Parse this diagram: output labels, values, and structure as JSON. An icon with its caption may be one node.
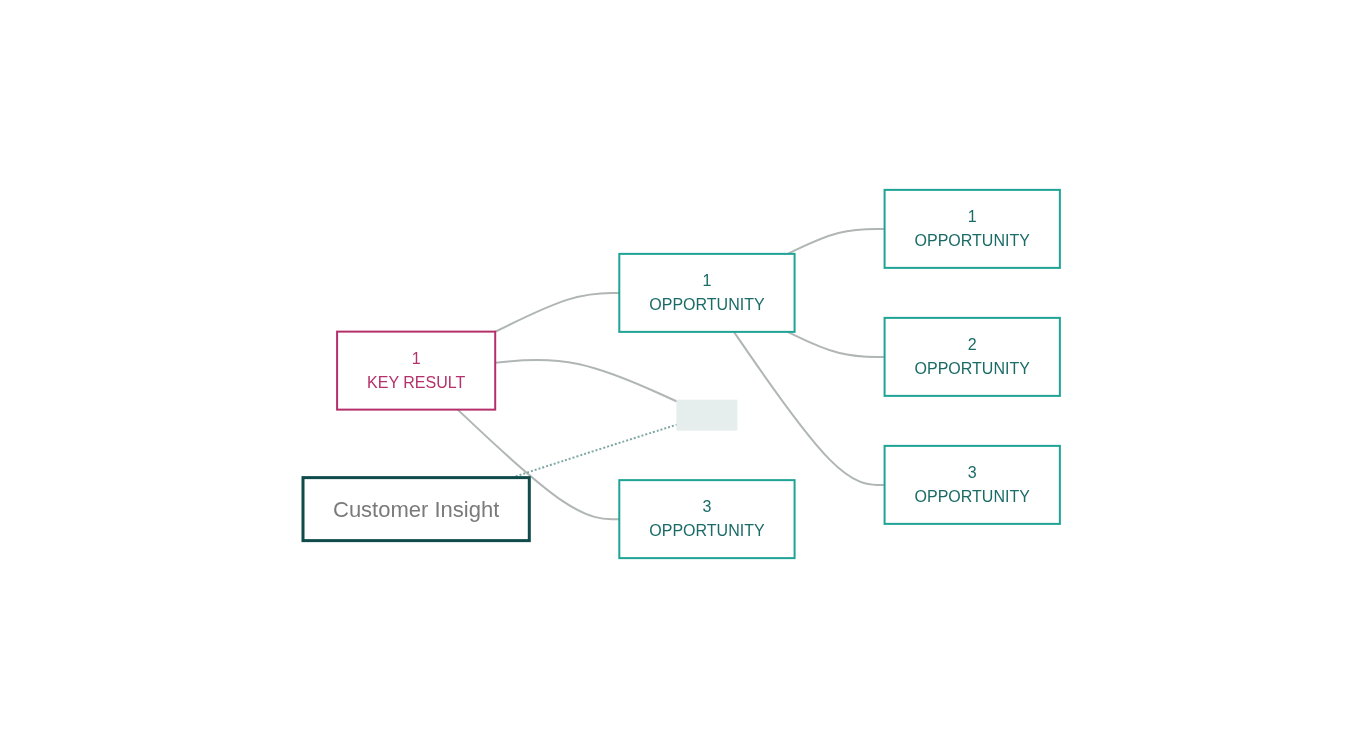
{
  "diagram": {
    "nodes": [
      {
        "text": [
          "Customer Insight"
        ]
      },
      {
        "text": [
          "1",
          "OPPORTUNITY"
        ]
      },
      {
        "text": [
          "1",
          "OPPORTUNITY"
        ]
      },
      {
        "text": [
          "2",
          "OPPORTUNITY"
        ]
      },
      {
        "text": [
          "1",
          "KEY RESULT"
        ]
      },
      {
        "text": [],
        "shape": "box"
      },
      {
        "text": [
          "3",
          "OPPORTUNITY"
        ]
      },
      {
        "text": [
          "3",
          "OPPORTUNITY"
        ]
      }
    ],
    "edges": [
      {
        "from": 4,
        "to": 2,
        "arrow": "none"
      },
      {
        "from": 4,
        "to": 5,
        "arrow": "none"
      },
      {
        "from": 4,
        "to": 7,
        "arrow": "none"
      },
      {
        "from": 2,
        "to": 1,
        "arrow": "none"
      },
      {
        "from": 2,
        "to": 3,
        "arrow": "none"
      },
      {
        "from": 2,
        "to": 6,
        "arrow": "none"
      },
      {
        "from": 0,
        "to": 5,
        "arrow": "none",
        "style": "dashed",
        "color": "#7fa8a5"
      }
    ]
  }
}
